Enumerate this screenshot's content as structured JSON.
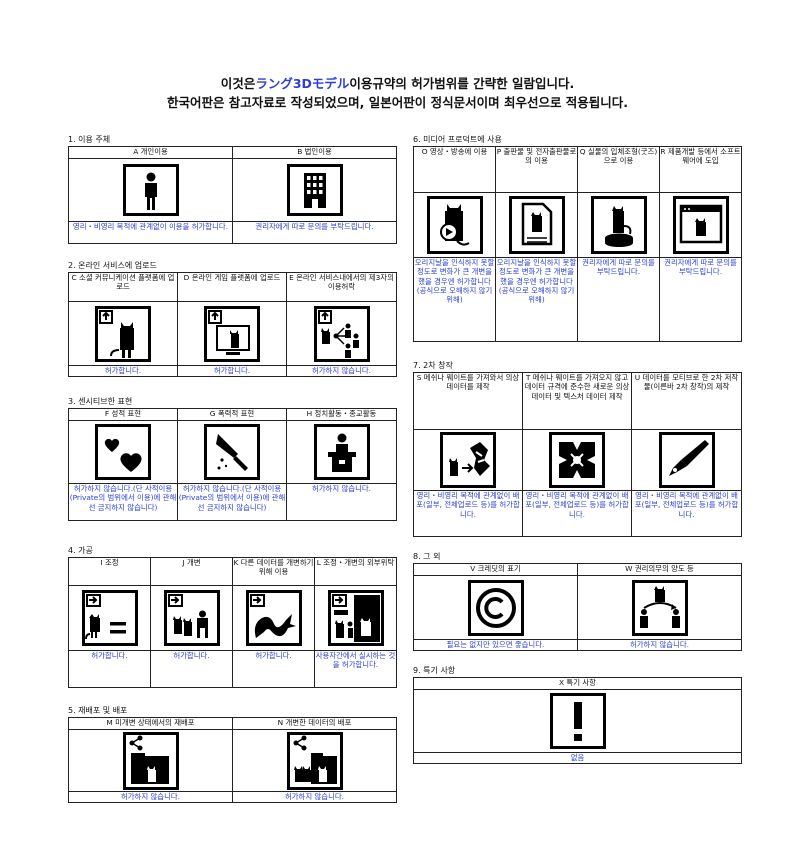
{
  "header": {
    "line1_pre": "이것은",
    "line1_brand": "ラング3Dモデル",
    "line1_post": "이용규약의 허가범위를 간략한 일람입니다.",
    "line2": "한국어판은 참고자료로 작성되었으며, 일본어판이 정식문서이며 최우선으로 적용됩니다."
  },
  "accent_color": "#2b3fd8",
  "sections": {
    "s1": {
      "title": "1. 이용 주체",
      "items": [
        {
          "label": "A 개인이용",
          "icon": "person-icon",
          "result": "영리・비영리 목적에 관계없이 이용을 허가합니다."
        },
        {
          "label": "B 법인이용",
          "icon": "building-icon",
          "result": "권리자에게 따로 문의를 부탁드립니다."
        }
      ]
    },
    "s2": {
      "title": "2. 온라인 서비스에 업로드",
      "items": [
        {
          "label": "C 소셜 커뮤니케이션 플랫폼에 업로드",
          "icon": "upload-avatar-icon",
          "result": "허가합니다."
        },
        {
          "label": "D 온라인 게임 플랫폼에 업로드",
          "icon": "upload-monitor-icon",
          "result": "허가합니다."
        },
        {
          "label": "E 온라인 서비스내에서의 제3자의 이용허락",
          "icon": "share-users-icon",
          "result": "허가하지 않습니다."
        }
      ]
    },
    "s3": {
      "title": "3. 센시티브한 표현",
      "items": [
        {
          "label": "F 성적 표현",
          "icon": "hearts-icon",
          "result": "허가하지 않습니다.(단 사적이용(Private의 범위에서 이용)에 관해선 금지하지 않습니다)"
        },
        {
          "label": "G 폭력적 표현",
          "icon": "knife-icon",
          "result": "허가하지 않습니다.(단 사적이용(Private의 범위에서 이용)에 관해선 금지하지 않습니다)"
        },
        {
          "label": "H 정치활동・종교활동",
          "icon": "podium-icon",
          "result": "허가하지 않습니다."
        }
      ]
    },
    "s4": {
      "title": "4. 가공",
      "items": [
        {
          "label": "I 조정",
          "icon": "adjust-icon",
          "result": "허가합니다."
        },
        {
          "label": "J 개변",
          "icon": "modify-icon",
          "result": "허가합니다."
        },
        {
          "label": "K 다른 데이터를 개변하기 위해 이용",
          "icon": "tail-icon",
          "result": "허가합니다."
        },
        {
          "label": "L 조정・개변의 외부위탁",
          "icon": "outsource-icon",
          "result": "사용자간에서 실시하는 것을 허가합니다."
        }
      ]
    },
    "s5": {
      "title": "5. 재배포 및 배포",
      "items": [
        {
          "label": "M 미개변 상태에서의 재배포",
          "icon": "redistribute-icon",
          "result": "허가하지 않습니다."
        },
        {
          "label": "N 개변한 데이터의 배포",
          "icon": "distribute-modified-icon",
          "result": "허가하지 않습니다."
        }
      ]
    },
    "s6": {
      "title": "6. 미디어 프로덕트에 사용",
      "items": [
        {
          "label": "O 영상・방송에 이용",
          "icon": "video-icon",
          "result": "오리지날을 인식하지 못할 정도로 변화가 큰 개변을 했을 경우엔 허가합니다(공식으로 오해하지 않기 위해)"
        },
        {
          "label": "P 출판물 및 전자출판물로의 이용",
          "icon": "document-icon",
          "result": "오리지날을 인식하지 못할 정도로 변화가 큰 개변을 했을 경우엔 허가합니다(공식으로 오해하지 않기 위해)"
        },
        {
          "label": "Q 실물의 입체조형(굿즈)으로 이용",
          "icon": "figure-icon",
          "result": "권리자에게 따로 문의를 부탁드립니다."
        },
        {
          "label": "R 제품개발 등에서 소프트웨어에 도입",
          "icon": "software-icon",
          "result": "권리자에게 따로 문의를 부탁드립니다."
        }
      ]
    },
    "s7": {
      "title": "7. 2차 창작",
      "items": [
        {
          "label": "S 메쉬나 웨이트를 가져와서 의상 데이터를 제작",
          "icon": "clothing-icon",
          "result": "영리・비영리 목적에 관계없이 배포(일부, 전체업로드 등)를 허가합니다."
        },
        {
          "label": "T 메쉬나 웨이트를 가져오지 않고 데이터 규격에 준수한 새로운 의상 데이터 및 텍스처 데이터 제작",
          "icon": "texture-icon",
          "result": "영리・비영리 목적에 관계없이 배포(일부, 전체업로드 등)를 허가합니다."
        },
        {
          "label": "U 데이터를 모티브로 한 2차 저작물(이른바 2차 창작)의 제작",
          "icon": "pen-icon",
          "result": "영리・비영리 목적에 관계없이 배포(일부, 전체업로드 등)를 허가합니다."
        }
      ]
    },
    "s8": {
      "title": "8. 그 외",
      "items": [
        {
          "label": "V 크레딧의 표기",
          "icon": "copyright-icon",
          "result": "필요는 없지만 있으면 좋습니다."
        },
        {
          "label": "W 권리의무의 양도 등",
          "icon": "transfer-icon",
          "result": "허가하지 않습니다."
        }
      ]
    },
    "s9": {
      "title": "9. 특기 사항",
      "items": [
        {
          "label": "X 특기 사항",
          "icon": "exclamation-icon",
          "result": "없음"
        }
      ]
    }
  }
}
